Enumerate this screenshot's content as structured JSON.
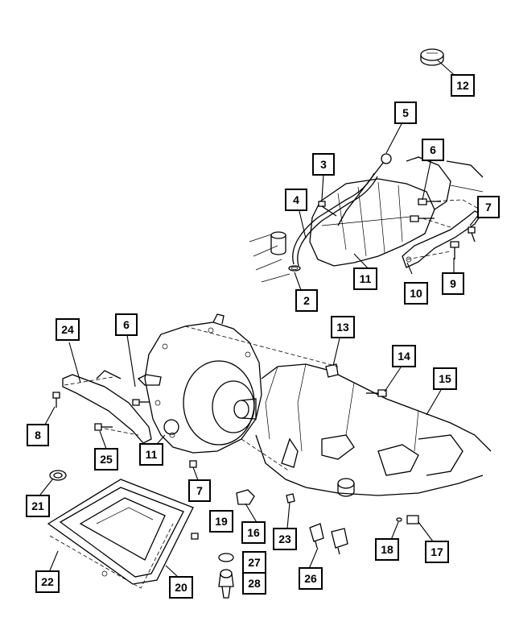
{
  "callouts": [
    {
      "id": "c12",
      "label": "12"
    },
    {
      "id": "c5",
      "label": "5"
    },
    {
      "id": "c6a",
      "label": "6"
    },
    {
      "id": "c3",
      "label": "3"
    },
    {
      "id": "c4",
      "label": "4"
    },
    {
      "id": "c7a",
      "label": "7"
    },
    {
      "id": "c9",
      "label": "9"
    },
    {
      "id": "c10",
      "label": "10"
    },
    {
      "id": "c11a",
      "label": "11"
    },
    {
      "id": "c2",
      "label": "2"
    },
    {
      "id": "c24",
      "label": "24"
    },
    {
      "id": "c6b",
      "label": "6"
    },
    {
      "id": "c13",
      "label": "13"
    },
    {
      "id": "c14",
      "label": "14"
    },
    {
      "id": "c15",
      "label": "15"
    },
    {
      "id": "c8",
      "label": "8"
    },
    {
      "id": "c25",
      "label": "25"
    },
    {
      "id": "c11b",
      "label": "11"
    },
    {
      "id": "c7b",
      "label": "7"
    },
    {
      "id": "c21",
      "label": "21"
    },
    {
      "id": "c19",
      "label": "19"
    },
    {
      "id": "c16",
      "label": "16"
    },
    {
      "id": "c23",
      "label": "23"
    },
    {
      "id": "c18",
      "label": "18"
    },
    {
      "id": "c17",
      "label": "17"
    },
    {
      "id": "c22",
      "label": "22"
    },
    {
      "id": "c26",
      "label": "26"
    },
    {
      "id": "c27",
      "label": "27"
    },
    {
      "id": "c28",
      "label": "28"
    },
    {
      "id": "c20",
      "label": "20"
    }
  ]
}
